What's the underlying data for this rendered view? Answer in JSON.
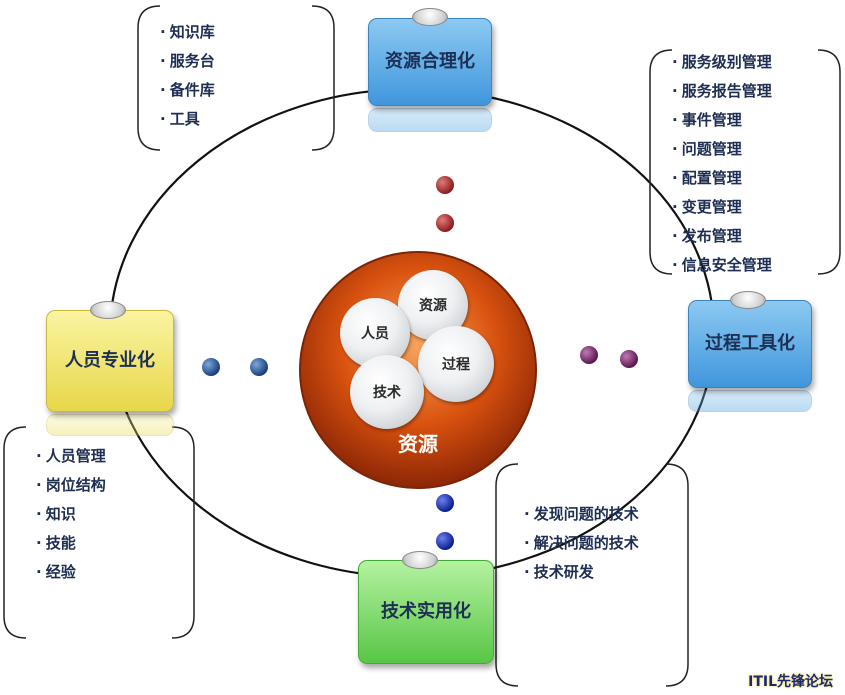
{
  "nodes": {
    "top": "资源合理化",
    "right": "过程工具化",
    "left": "人员专业化",
    "bottom": "技术实用化"
  },
  "center": {
    "title": "资源",
    "bubbles": [
      "资源",
      "人员",
      "过程",
      "技术"
    ]
  },
  "lists": {
    "top": [
      "知识库",
      "服务台",
      "备件库",
      "工具"
    ],
    "right": [
      "服务级别管理",
      "服务报告管理",
      "事件管理",
      "问题管理",
      "配置管理",
      "变更管理",
      "发布管理",
      "信息安全管理"
    ],
    "left": [
      "人员管理",
      "岗位结构",
      "知识",
      "技能",
      "经验"
    ],
    "bottom": [
      "发现问题的技术",
      "解决问题的技术",
      "技术研发"
    ]
  },
  "colors": {
    "blue_box": "#5aa8e6",
    "yellow_box": "#f0e266",
    "green_box": "#7bd865",
    "center_orange": "#d9520f",
    "dot_red": "#8e1c1c",
    "dot_blue": "#17407a",
    "dot_purple": "#5a1850",
    "dot_navy": "#0a1f8f"
  },
  "footer": "ITIL先锋论坛"
}
